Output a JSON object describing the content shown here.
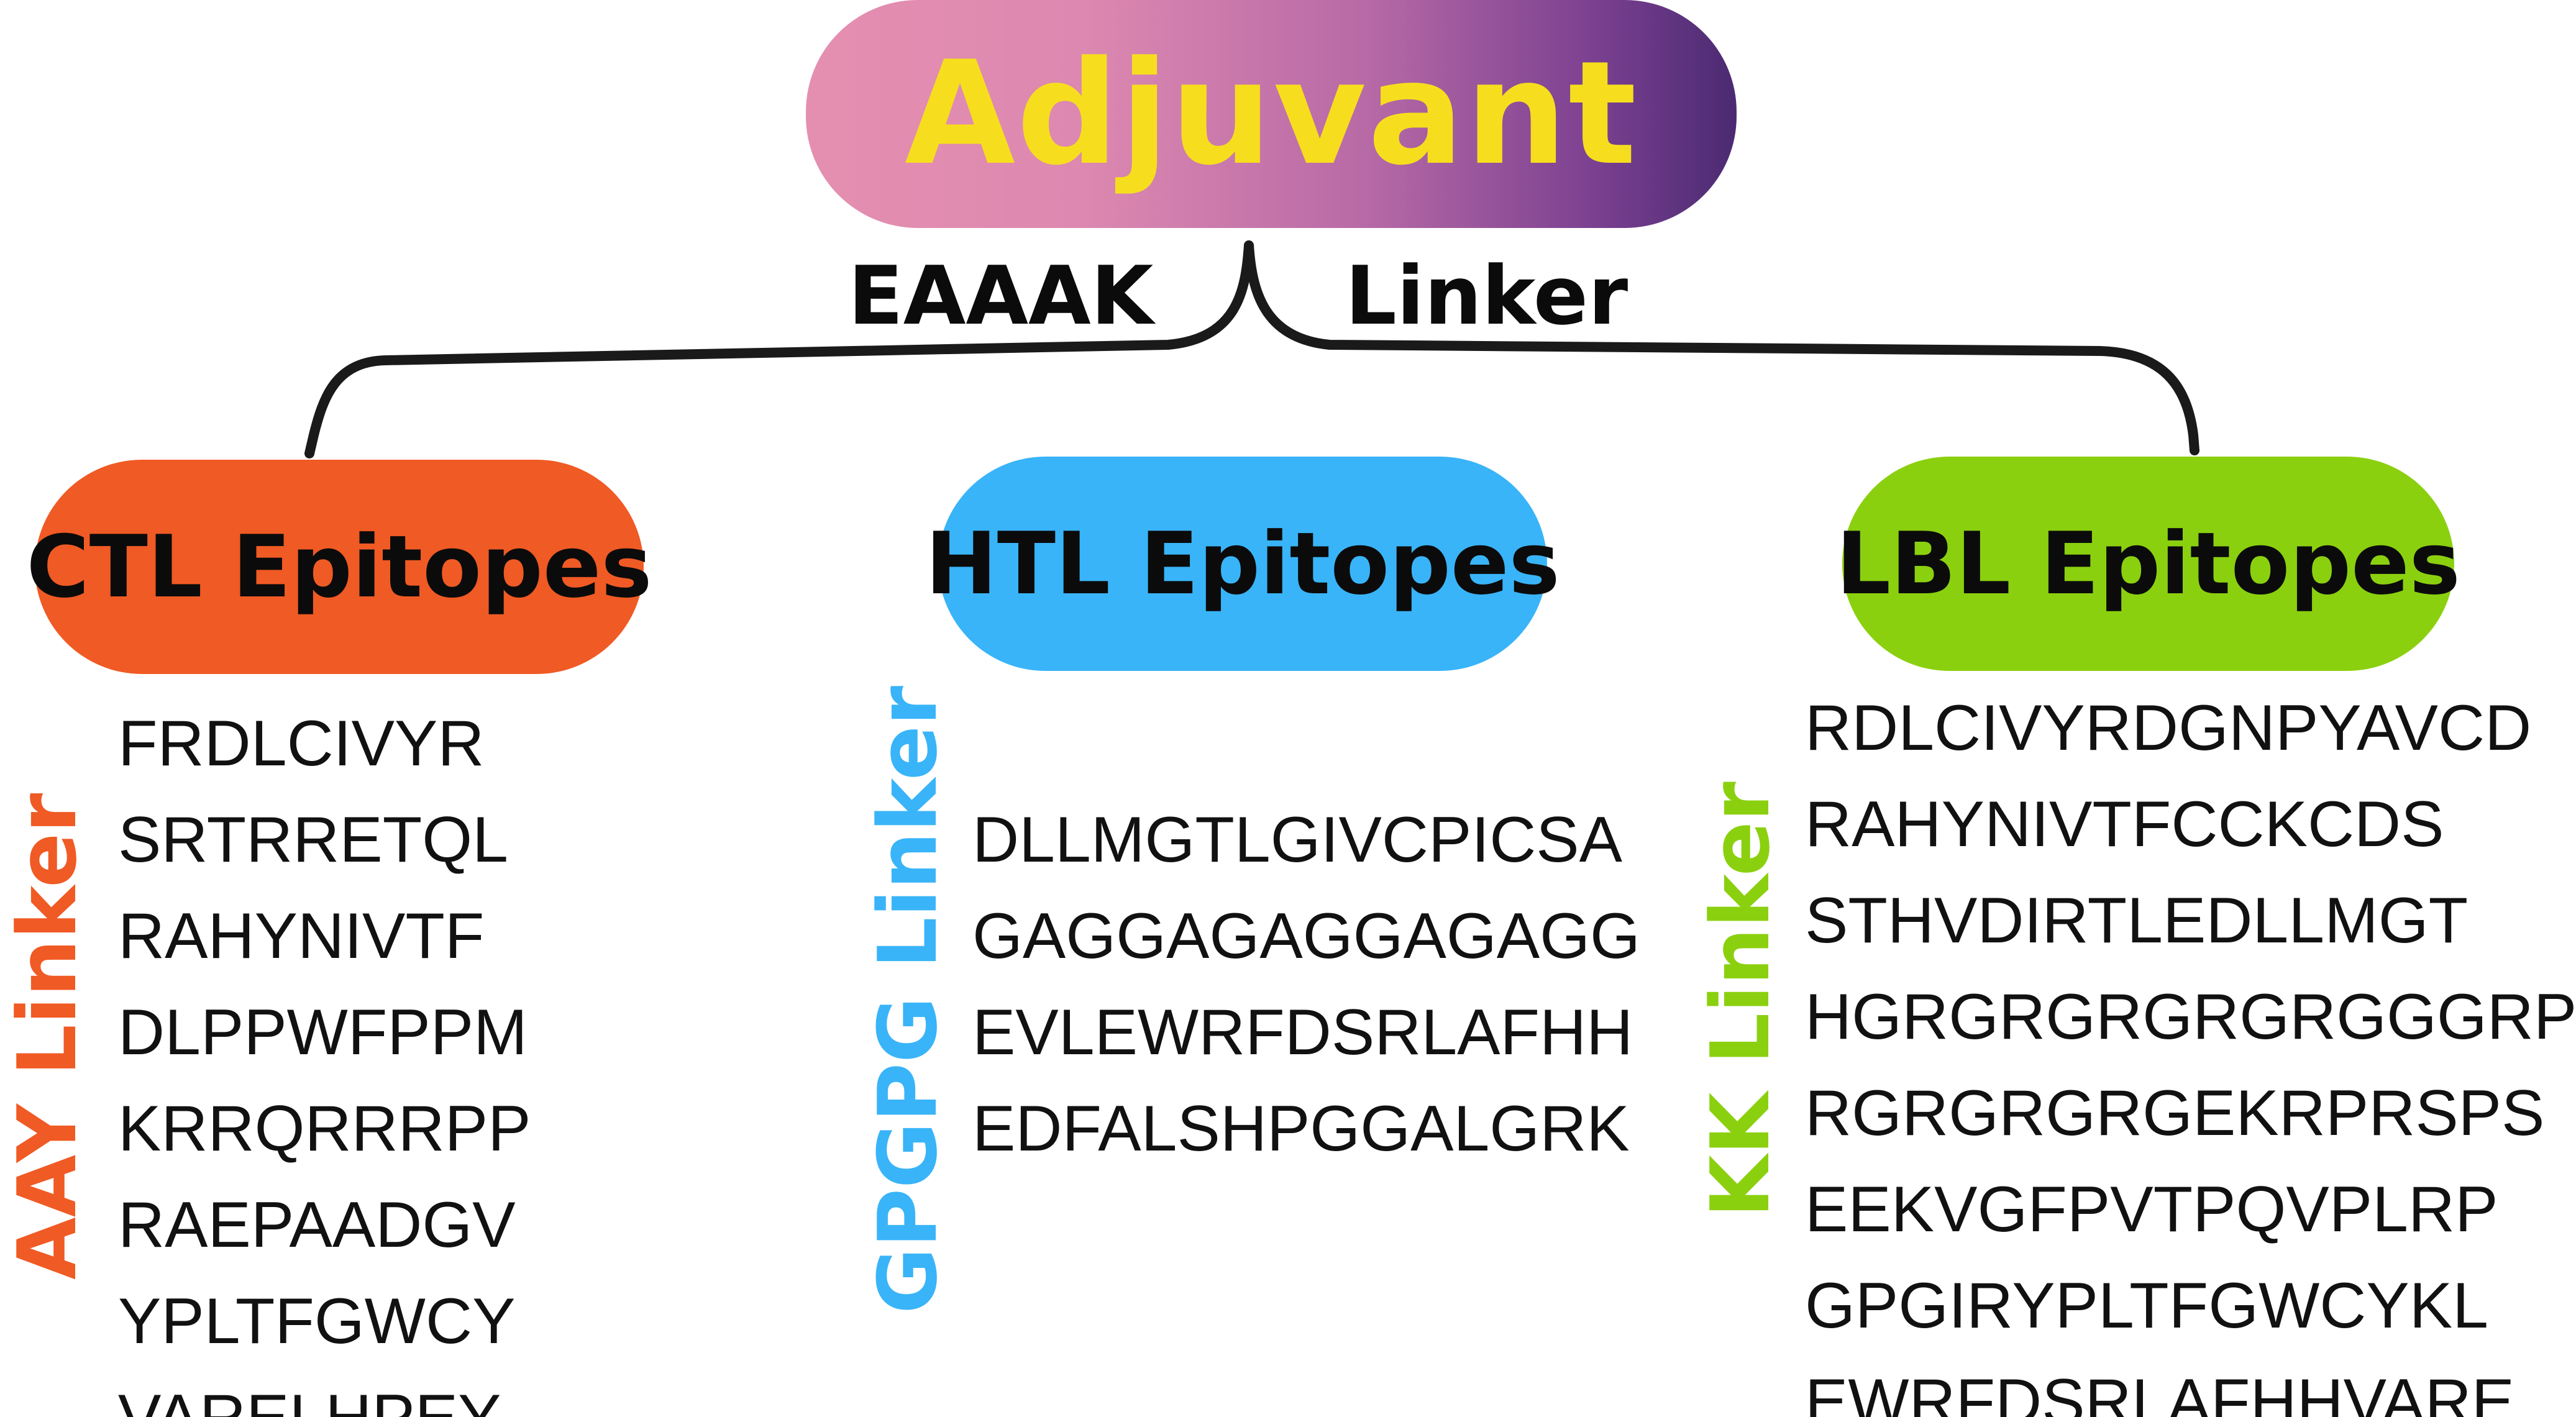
{
  "adjuvant": {
    "label": "Adjuvant"
  },
  "connector": {
    "left_label": "EAAAK",
    "right_label": "Linker"
  },
  "ctl": {
    "title": "CTL Epitopes",
    "linker": "AAY Linker",
    "sequences": [
      "FRDLCIVYR",
      "SRTRRETQL",
      "RAHYNIVTF",
      "DLPPWFPPM",
      "KRRQRRRPP",
      "RAEPAADGV",
      "YPLTFGWCY",
      "VARELHPEY"
    ]
  },
  "htl": {
    "title": "HTL Epitopes",
    "linker": "GPGPG Linker",
    "sequences": [
      "DLLMGTLGIVCPICSA",
      "GAGGAGAGGAGAGG",
      "EVLEWRFDSRLAFHH",
      "EDFALSHPGGALGRK"
    ]
  },
  "lbl": {
    "title": "LBL Epitopes",
    "linker": "KK Linker",
    "sequences": [
      "RDLCIVYRDGNPYAVCD",
      "RAHYNIVTFCCKCDS",
      "STHVDIRTLEDLLMGT",
      "HGRGRGRGRGRGGGRP",
      "RGRGRGRGEKRPRSPS",
      "EEKVGFPVTPQVPLRP",
      "GPGIRYPLTFGWCYKL",
      "EWRFDSRLAFHHVARE"
    ]
  },
  "colors": {
    "ctl": "#f05a24",
    "htl": "#39b4f8",
    "lbl": "#8bd00f",
    "adjuvant_text": "#f6de1e",
    "adjuvant_gradient_start": "#e58fb0",
    "adjuvant_gradient_end": "#4b2a72"
  }
}
